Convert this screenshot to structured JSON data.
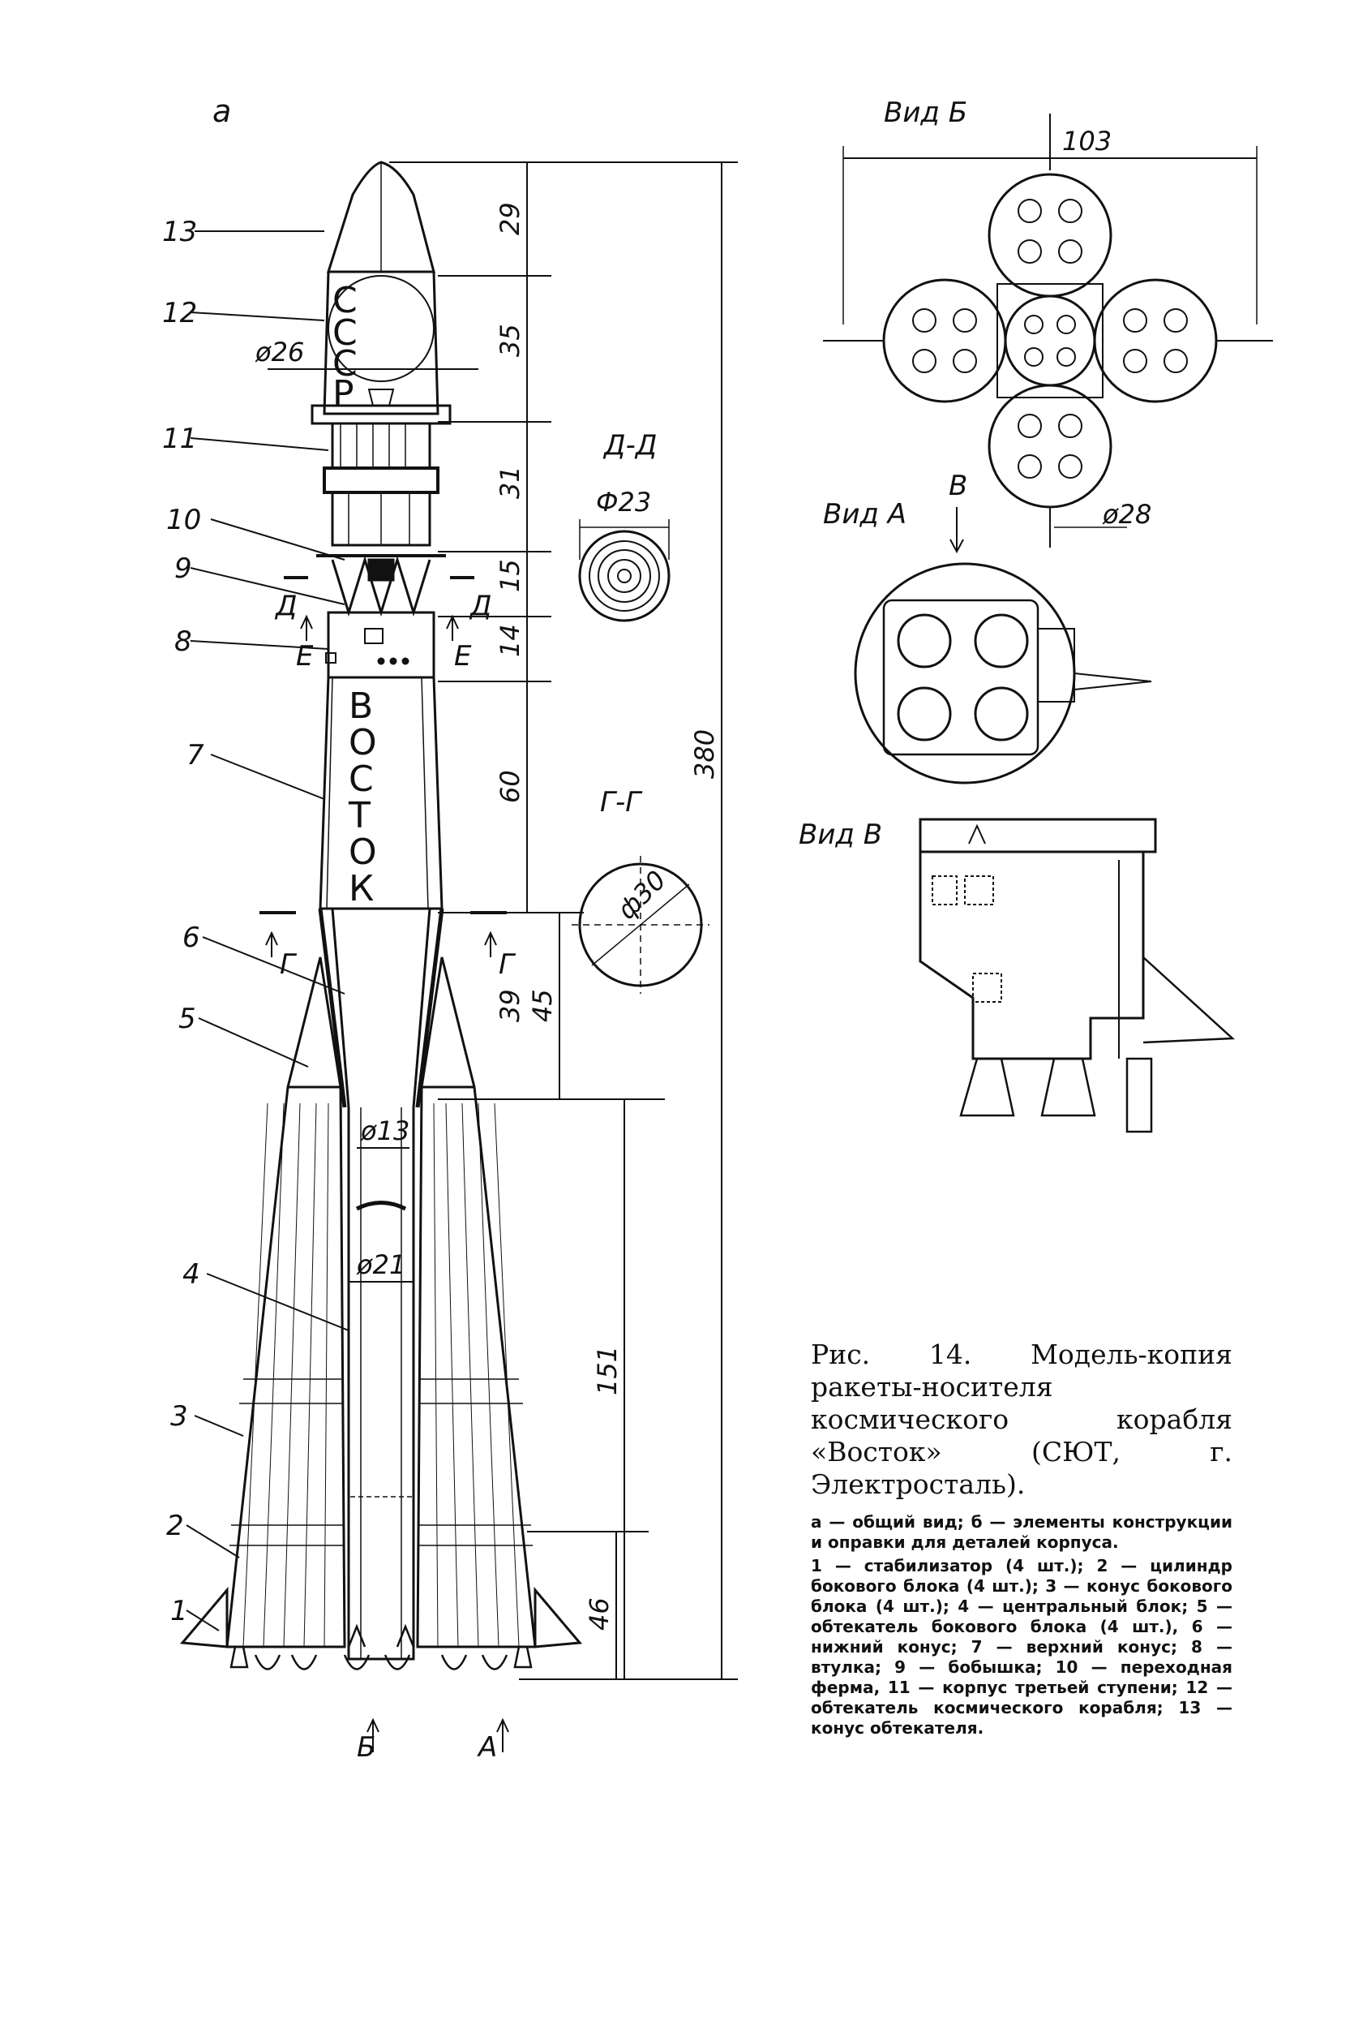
{
  "figure": {
    "label_a": "а",
    "part_numbers": [
      "1",
      "2",
      "3",
      "4",
      "5",
      "6",
      "7",
      "8",
      "9",
      "10",
      "11",
      "12",
      "13"
    ],
    "dimensions": {
      "d29": "29",
      "d35": "35",
      "d31": "31",
      "d15": "15",
      "d14": "14",
      "d60": "60",
      "d39": "39",
      "d45": "45",
      "d151": "151",
      "d46": "46",
      "d380": "380",
      "phi26": "ø26",
      "phi13": "ø13",
      "phi21": "ø21",
      "phi23": "Ф23",
      "phi30": "ф30",
      "phi28": "ø28",
      "w103": "103"
    },
    "rocket_text": {
      "sssr": "СССР",
      "vostok": "ВОСТОК"
    },
    "section_marks": {
      "D": "Д",
      "E": "Е",
      "G": "Г",
      "B": "Б",
      "A": "А",
      "V": "В"
    },
    "views": {
      "section_dd": "Д-Д",
      "section_gg": "Г-Г",
      "view_b": "Вид Б",
      "view_a": "Вид А",
      "view_v": "Вид В"
    }
  },
  "caption": {
    "title": "Рис. 14. Модель-копия ракеты-носителя космического корабля «Восток» (СЮТ, г. Электросталь).",
    "line_a": "а — общий вид; б — элементы конструкции и оправки для деталей корпуса.",
    "legend": "1 — стабилизатор (4 шт.); 2 — цилиндр бокового блока (4 шт.); 3 — конус бокового блока (4 шт.); 4 — центральный блок; 5 — обтекатель бокового блока (4 шт.), 6 — нижний конус; 7 — верхний конус; 8 — втулка; 9 — бобышка; 10 — переходная ферма, 11 — корпус третьей ступени; 12 — обтекатель космического корабля; 13 — конус обтекателя."
  }
}
